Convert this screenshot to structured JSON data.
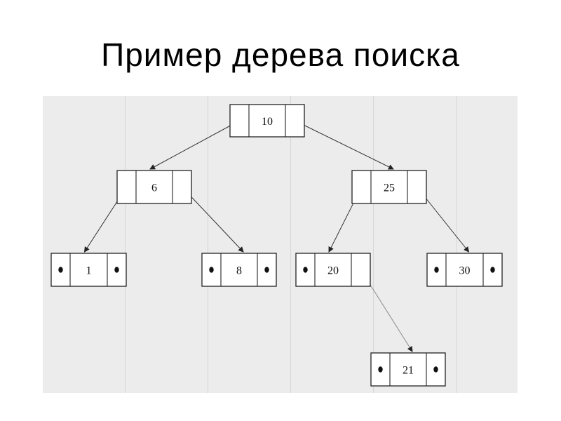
{
  "title": "Пример дерева поиска",
  "tree": {
    "nodes": [
      {
        "id": "n10",
        "key": "10",
        "left_child": true,
        "right_child": true
      },
      {
        "id": "n6",
        "key": "6",
        "left_child": true,
        "right_child": true
      },
      {
        "id": "n25",
        "key": "25",
        "left_child": true,
        "right_child": true
      },
      {
        "id": "n1",
        "key": "1",
        "left_child": false,
        "right_child": false
      },
      {
        "id": "n8",
        "key": "8",
        "left_child": false,
        "right_child": false
      },
      {
        "id": "n20",
        "key": "20",
        "left_child": false,
        "right_child": true
      },
      {
        "id": "n30",
        "key": "30",
        "left_child": false,
        "right_child": false
      },
      {
        "id": "n21",
        "key": "21",
        "left_child": false,
        "right_child": false
      }
    ],
    "edges": [
      {
        "from": "n10",
        "side": "left",
        "to": "n6"
      },
      {
        "from": "n10",
        "side": "right",
        "to": "n25"
      },
      {
        "from": "n6",
        "side": "left",
        "to": "n1"
      },
      {
        "from": "n6",
        "side": "right",
        "to": "n8"
      },
      {
        "from": "n25",
        "side": "left",
        "to": "n20"
      },
      {
        "from": "n25",
        "side": "right",
        "to": "n30"
      },
      {
        "from": "n20",
        "side": "right",
        "to": "n21"
      }
    ]
  }
}
